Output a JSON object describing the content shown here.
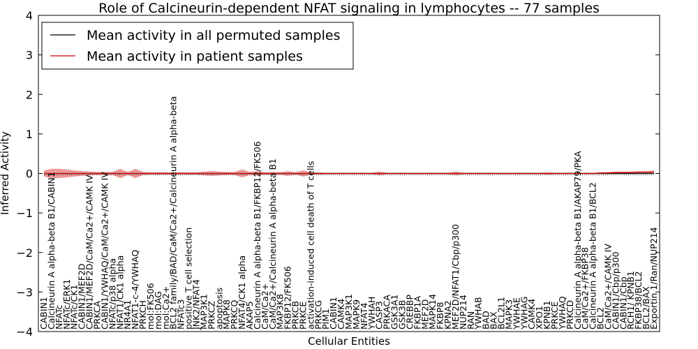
{
  "chart_data": {
    "type": "line",
    "title": "Role of Calcineurin-dependent NFAT signaling in lymphocytes -- 77 samples",
    "xlabel": "Cellular Entities",
    "ylabel": "Inferred Activity",
    "ylim": [
      -4,
      4
    ],
    "yticks": [
      -4,
      -3,
      -2,
      -1,
      0,
      1,
      2,
      3,
      4
    ],
    "ytick_labels": [
      "−4",
      "−3",
      "−2",
      "−1",
      "0",
      "1",
      "2",
      "3",
      "4"
    ],
    "grid": false,
    "legend_position": "top-left",
    "colors": {
      "permuted": "#000000",
      "patient": "#cc0000",
      "band": "#e87a7a",
      "band_grey": "#bbbbbb"
    },
    "categories": [
      "CABIN1",
      "Calcineurin A alpha-beta B1/CABIN1",
      "NFATc",
      "NFATc/ERK1",
      "NFATc/CK1",
      "CABIN1/MEF2D",
      "CABIN1/MEF2D/CaM/Ca2+/CAMK IV",
      "PRKCA",
      "CABIN1/YWHAQ/CaM/Ca2+/CAMK IV",
      "NFATc/p38 alpha",
      "NFAT1/CK1 alpha",
      "NR4A1",
      "NFAT1-c-4/YWHAQ",
      "PRKCH",
      "mol:FK506",
      "mol:DAG",
      "mol:Ca2+",
      "BCL2 family/BAD/CaM/Ca2+/Calcineurin A alpha-beta",
      "NFATc3",
      "positive T cell selection",
      "JNK2/NFAT4",
      "MAP3K1",
      "PRKCZ",
      "apoptosis",
      "MAPK8",
      "PRKCQ",
      "NFAT4/CK1 alpha",
      "AKAP5",
      "Calcineurin A alpha-beta B1/FKBP12/FK506",
      "CaM/Ca2+",
      "CaM/Ca2+/Calcineurin A alpha-beta B1",
      "MAP3K8",
      "FKBP12/FK506",
      "PRKCB",
      "PRKCE",
      "activation-induced cell death of T cells",
      "PRKCG",
      "PIM1",
      "CABIN1",
      "CAMK4",
      "MAP3K1",
      "MAPK9",
      "NFAT4",
      "YWHAH",
      "CASP3",
      "PRKACA",
      "GSK3A1",
      "GSK3B",
      "CREBBP",
      "FKBP1A",
      "MEF2D",
      "MAPK14",
      "FKBP8",
      "KPNA2",
      "MEF2D/NFAT1/Cbp/p300",
      "NUP214",
      "RAN",
      "YWHAB",
      "BAD",
      "BAX",
      "BCL2L1",
      "MAPK3",
      "YWHAE",
      "YWHAG",
      "CAMK4",
      "XPO1",
      "KPNB1",
      "PRKCE",
      "YWHAQ",
      "PRKCD",
      "Calcineurin A alpha-beta B1/AKAP79/PKA",
      "CaM/Ca2+/FKBP38",
      "Calcineurin A alpha-beta B1/BCL2",
      "BCL2",
      "CaM/Ca2+/CAMK IV",
      "CABIN1/Cbp/p300",
      "CABIN1/Cbp",
      "RCH1/ KPNB1",
      "FKBP38/BCL2",
      "BCL2/BAX",
      "Exportin 1/Ran/NUP214"
    ],
    "series": [
      {
        "name": "Mean activity in all permuted samples",
        "values": [
          0,
          0,
          0,
          0,
          0,
          0,
          0,
          0,
          0,
          0,
          0,
          0,
          0,
          0,
          0,
          0,
          0,
          0,
          0,
          0,
          0,
          0,
          0,
          0,
          0,
          0,
          0,
          0,
          0,
          0,
          0,
          0,
          0,
          0,
          0,
          0,
          0,
          0,
          0,
          0,
          0,
          0,
          0,
          0,
          0,
          0,
          0,
          0,
          0,
          0,
          0,
          0,
          0,
          0,
          0,
          0,
          0,
          0,
          0,
          0,
          0,
          0,
          0,
          0,
          0,
          0,
          0,
          0,
          0,
          0,
          0,
          0,
          0,
          0,
          0,
          0,
          0,
          0,
          0,
          0,
          0
        ]
      },
      {
        "name": "Mean activity in patient samples",
        "values": [
          0,
          0,
          0,
          0,
          0,
          0,
          0,
          0,
          0,
          0,
          0,
          0,
          0,
          0,
          0,
          0,
          0,
          0,
          0,
          0,
          0,
          0,
          0,
          0,
          0,
          0,
          0,
          0,
          0,
          0,
          0,
          0,
          0,
          0,
          0,
          0,
          0,
          0,
          0,
          0,
          0,
          0,
          0,
          0,
          0,
          0,
          0,
          0,
          0,
          0,
          0,
          0,
          0,
          0,
          0,
          0,
          0,
          0,
          0,
          0,
          0,
          0,
          0,
          0,
          0,
          0,
          0,
          0,
          0,
          0,
          0,
          0,
          0,
          0.01,
          0.01,
          0.02,
          0.02,
          0.02,
          0.03,
          0.03,
          0.04
        ],
        "band": [
          0.08,
          0.12,
          0.12,
          0.1,
          0.08,
          0.06,
          0.05,
          0.04,
          0.04,
          0.04,
          0.12,
          0.04,
          0.12,
          0.04,
          0.03,
          0.03,
          0.03,
          0.03,
          0.03,
          0.03,
          0.03,
          0.05,
          0.06,
          0.05,
          0.04,
          0.04,
          0.1,
          0.04,
          0.06,
          0.03,
          0.04,
          0.03,
          0.06,
          0.03,
          0.08,
          0.03,
          0.03,
          0.02,
          0.02,
          0.02,
          0.02,
          0.02,
          0.02,
          0.02,
          0.05,
          0.02,
          0.02,
          0.02,
          0.02,
          0.02,
          0.02,
          0.02,
          0.02,
          0.02,
          0.05,
          0.02,
          0.02,
          0.02,
          0.02,
          0.02,
          0.02,
          0.02,
          0.02,
          0.02,
          0.02,
          0.02,
          0.03,
          0.02,
          0.02,
          0.02,
          0.02,
          0.02,
          0.02,
          0.02,
          0.03,
          0.03,
          0.03,
          0.03,
          0.03,
          0.03,
          0.03
        ]
      }
    ]
  }
}
